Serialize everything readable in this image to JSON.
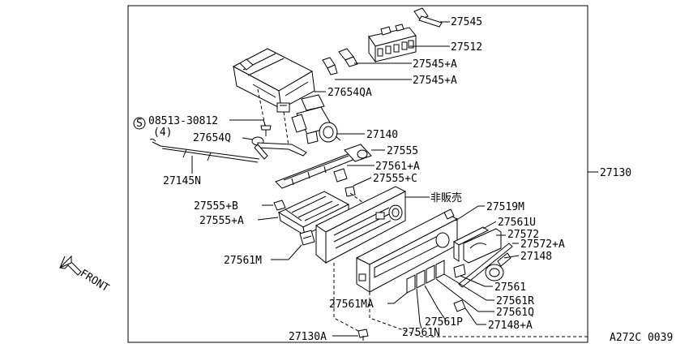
{
  "diagram": {
    "part_numbers": {
      "p27545": "27545",
      "p27512": "27512",
      "p27545a1": "27545+A",
      "p27545a2": "27545+A",
      "p27654qa": "27654QA",
      "p08513": "08513-30812",
      "p08513_qty": "(4)",
      "p08513_symbol": "S",
      "p27140": "27140",
      "p27654q": "27654Q",
      "p27555": "27555",
      "p27561a": "27561+A",
      "p27145n": "27145N",
      "p27555c": "27555+C",
      "p27130": "27130",
      "not_for_sale": "非販売",
      "p27555b": "27555+B",
      "p27519m": "27519M",
      "p27555a": "27555+A",
      "p27561u": "27561U",
      "p27572": "27572",
      "p27572a": "27572+A",
      "p27561m": "27561M",
      "p27148": "27148",
      "p27561": "27561",
      "p27561r": "27561R",
      "p27561ma": "27561MA",
      "p27561q": "27561Q",
      "p27561p": "27561P",
      "p27148a": "27148+A",
      "p27561n": "27561N",
      "p27130a": "27130A"
    },
    "front_label": "FRONT",
    "figure_code": "A272C 0039"
  }
}
